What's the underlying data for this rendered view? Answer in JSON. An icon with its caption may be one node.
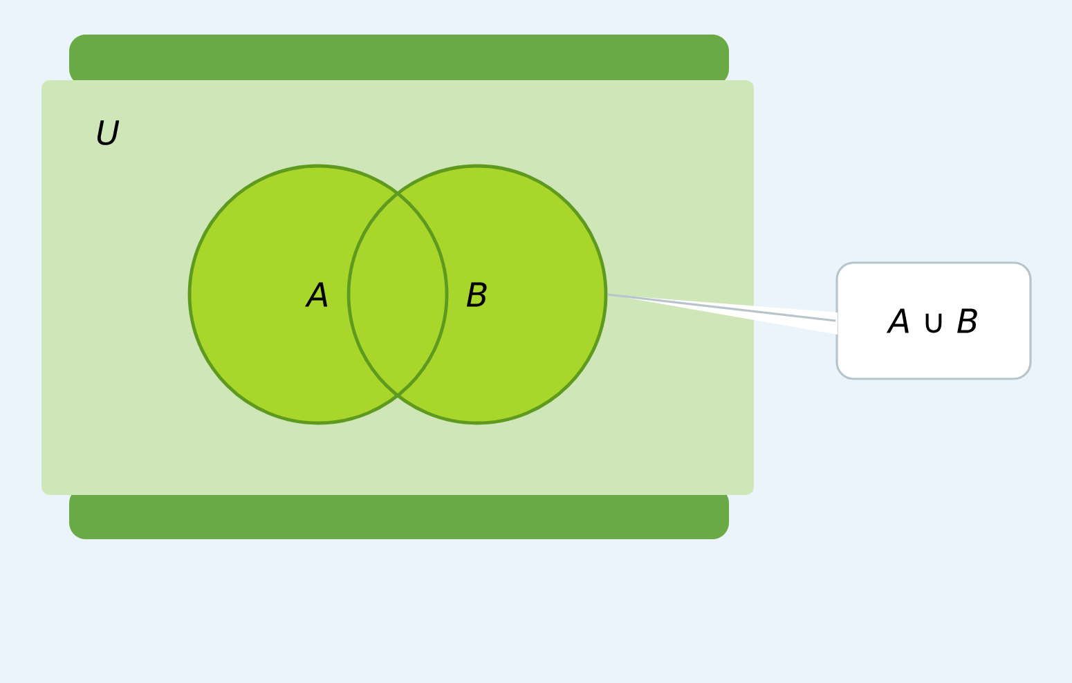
{
  "diagram": {
    "nodes": [
      {
        "text": [
          "*U*"
        ]
      },
      {
        "text": [
          "*A*"
        ],
        "in": 0
      },
      {
        "text": [
          "*B*"
        ],
        "in": 0
      },
      {
        "text": [
          "*A* ∪ *B*"
        ]
      }
    ],
    "edges": [
      {
        "from": 3,
        "to": 2,
        "arrow": "none"
      }
    ]
  }
}
